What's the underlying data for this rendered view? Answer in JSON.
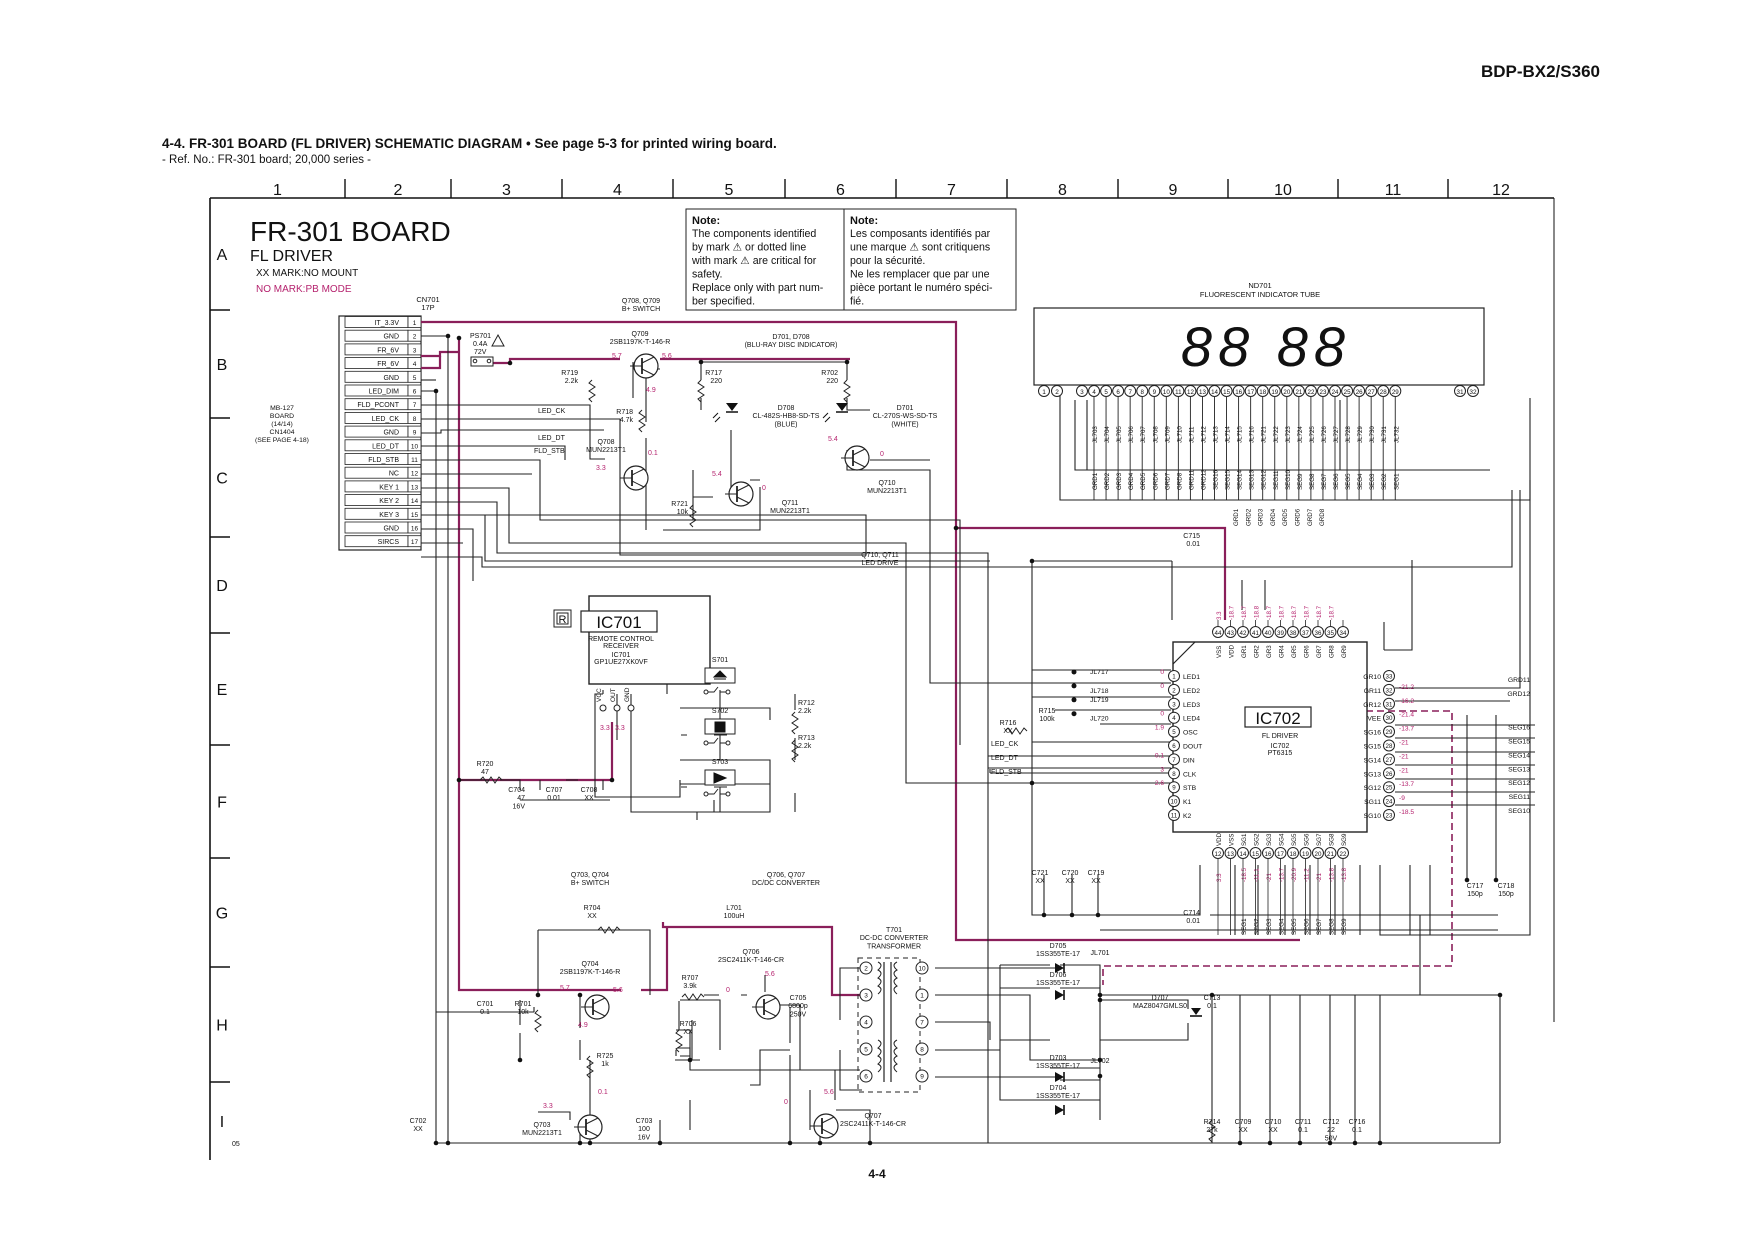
{
  "header": {
    "model": "BDP-BX2/S360",
    "section_title": "4-4.  FR-301  BOARD (FL  DRIVER)  SCHEMATIC  DIAGRAM   • See page 5-3 for printed wiring board.",
    "ref_note": "- Ref. No.: FR-301 board; 20,000 series -",
    "page_number": "4-4",
    "corner_code": "05"
  },
  "grid": {
    "columns": [
      "1",
      "2",
      "3",
      "4",
      "5",
      "6",
      "7",
      "8",
      "9",
      "10",
      "11",
      "12"
    ],
    "rows": [
      "A",
      "B",
      "C",
      "D",
      "E",
      "F",
      "G",
      "H",
      "I"
    ]
  },
  "board": {
    "name": "FR-301 BOARD",
    "subtitle": "FL DRIVER",
    "mark_note_1": "XX MARK:NO MOUNT",
    "mark_note_2": "NO MARK:PB MODE"
  },
  "notes": {
    "en_title": "Note:",
    "en_lines": [
      "The components identified",
      "by mark ⚠ or dotted line",
      "with mark ⚠ are critical for",
      "safety.",
      "Replace only with part num-",
      "ber specified."
    ],
    "fr_title": "Note:",
    "fr_lines": [
      "Les composants identifiés par",
      "une marque ⚠ sont critiquens",
      "pour la sécurité.",
      "Ne les remplacer que par une",
      "pièce portant le numéro spéci-",
      "fié."
    ]
  },
  "connector": {
    "ref": "CN701",
    "pins_count": "17P",
    "pins": [
      {
        "n": "1",
        "label": "IT_3.3V"
      },
      {
        "n": "2",
        "label": "GND"
      },
      {
        "n": "3",
        "label": "FR_6V"
      },
      {
        "n": "4",
        "label": "FR_6V"
      },
      {
        "n": "5",
        "label": "GND"
      },
      {
        "n": "6",
        "label": "LED_DIM"
      },
      {
        "n": "7",
        "label": "FLD_PCONT"
      },
      {
        "n": "8",
        "label": "LED_CK"
      },
      {
        "n": "9",
        "label": "GND"
      },
      {
        "n": "10",
        "label": "LED_DT"
      },
      {
        "n": "11",
        "label": "FLD_STB"
      },
      {
        "n": "12",
        "label": "NC"
      },
      {
        "n": "13",
        "label": "KEY 1"
      },
      {
        "n": "14",
        "label": "KEY 2"
      },
      {
        "n": "15",
        "label": "KEY 3"
      },
      {
        "n": "16",
        "label": "GND"
      },
      {
        "n": "17",
        "label": "SIRCS"
      }
    ],
    "ext_ref": [
      "MB-127",
      "BOARD",
      "(14/14)",
      "CN1404",
      "(SEE PAGE 4-18)"
    ]
  },
  "display": {
    "ref": "ND701",
    "name": "FLUORESCENT INDICATOR TUBE",
    "digits": "88 88",
    "left_pins": [
      "1",
      "2"
    ],
    "pins": [
      "3",
      "4",
      "5",
      "6",
      "7",
      "8",
      "9",
      "10",
      "11",
      "12",
      "13",
      "14",
      "15",
      "16",
      "17",
      "18",
      "19",
      "20",
      "21",
      "22",
      "23",
      "24",
      "25",
      "26",
      "27",
      "28",
      "29"
    ],
    "right_pins": [
      "31",
      "32"
    ],
    "jl_labels": [
      "JL703",
      "JL704",
      "JL705",
      "JL706",
      "JL707",
      "JL708",
      "JL709",
      "JL710",
      "JL711",
      "JL712",
      "JL713",
      "JL714",
      "JL715",
      "JL716",
      "JL721",
      "JL722",
      "JL723",
      "JL724",
      "JL725",
      "JL726",
      "JL727",
      "JL728",
      "JL729",
      "JL730",
      "JL731",
      "JL732"
    ],
    "seg_labels": [
      "GRD1",
      "GRD2",
      "GRD3",
      "GRD4",
      "GRD5",
      "GRD6",
      "GRD7",
      "GRD8",
      "GRD11",
      "GRD12",
      "SEG16",
      "SEG15",
      "SEG14",
      "SEG13",
      "SEG12",
      "SEG11",
      "SEG10",
      "SEG9",
      "SEG8",
      "SEG7",
      "SEG6",
      "SEG5",
      "SEG4",
      "SEG3",
      "SEG2",
      "SEG1"
    ],
    "grd_labels": [
      "GRD1",
      "GRD2",
      "GRD3",
      "GRD4",
      "GRD5",
      "GRD6",
      "GRD7",
      "GRD8"
    ]
  },
  "ic701": {
    "ref": "IC701",
    "desc_1": "REMOTE CONTROL",
    "desc_2": "RECEIVER",
    "part_ref": "IC701",
    "part": "GP1UE27XK0VF",
    "pins": [
      "VCC",
      "OUT",
      "GND"
    ],
    "mark": "R"
  },
  "ic702": {
    "ref": "IC702",
    "desc": "FL DRIVER",
    "part_ref": "IC702",
    "part": "PT6315",
    "top_pins": [
      "44",
      "43",
      "42",
      "41",
      "40",
      "39",
      "38",
      "37",
      "36",
      "35",
      "34"
    ],
    "top_names": [
      "VSS",
      "VDD",
      "GR1",
      "GR2",
      "GR3",
      "GR4",
      "GR5",
      "GR6",
      "GR7",
      "GR8",
      "GR9"
    ],
    "top_volts": [
      "3.3",
      "-18.7",
      "-18.7",
      "-18.8",
      "-18.7",
      "-18.7",
      "-18.7",
      "-18.7",
      "-18.7",
      "-18.7"
    ],
    "left_pins": [
      {
        "n": "1",
        "name": "LED1",
        "v": "0",
        "jl": "JL717"
      },
      {
        "n": "2",
        "name": "LED2",
        "v": "0",
        "jl": "JL718"
      },
      {
        "n": "3",
        "name": "LED3",
        "v": "",
        "jl": "JL719"
      },
      {
        "n": "4",
        "name": "LED4",
        "v": "0",
        "jl": "JL720"
      },
      {
        "n": "5",
        "name": "OSC",
        "v": "1.9",
        "jl": ""
      },
      {
        "n": "6",
        "name": "DOUT",
        "v": "",
        "jl": ""
      },
      {
        "n": "7",
        "name": "DIN",
        "v": "0.1",
        "jl": ""
      },
      {
        "n": "8",
        "name": "CLK",
        "v": "3",
        "jl": ""
      },
      {
        "n": "9",
        "name": "STB",
        "v": "2.6",
        "jl": ""
      },
      {
        "n": "10",
        "name": "K1",
        "v": "",
        "jl": ""
      },
      {
        "n": "11",
        "name": "K2",
        "v": "",
        "jl": ""
      }
    ],
    "right_pins": [
      {
        "n": "33",
        "name": "GR10",
        "v": "",
        "out": ""
      },
      {
        "n": "32",
        "name": "GR11",
        "v": "-21.2",
        "out": "GRD11"
      },
      {
        "n": "31",
        "name": "GR12",
        "v": "-16.2",
        "out": "GRD12"
      },
      {
        "n": "30",
        "name": "VEE",
        "v": "-21.4",
        "out": ""
      },
      {
        "n": "29",
        "name": "SG16",
        "v": "-13.7",
        "out": "SEG16"
      },
      {
        "n": "28",
        "name": "SG15",
        "v": "-21",
        "out": "SEG15"
      },
      {
        "n": "27",
        "name": "SG14",
        "v": "-21",
        "out": "SEG14"
      },
      {
        "n": "26",
        "name": "SG13",
        "v": "-21",
        "out": "SEG13"
      },
      {
        "n": "25",
        "name": "SG12",
        "v": "-13.7",
        "out": "SEG12"
      },
      {
        "n": "24",
        "name": "SG11",
        "v": "-9",
        "out": "SEG11"
      },
      {
        "n": "23",
        "name": "SG10",
        "v": "-18.5",
        "out": "SEG10"
      }
    ],
    "bottom_pins": [
      "12",
      "13",
      "14",
      "15",
      "16",
      "17",
      "18",
      "19",
      "20",
      "21",
      "22"
    ],
    "bottom_names": [
      "VDD",
      "VSS",
      "SG1",
      "SG2",
      "SG3",
      "SG4",
      "SG5",
      "SG6",
      "SG7",
      "SG8",
      "SG9"
    ],
    "bottom_volts": [
      "3.3",
      "",
      "-18.5",
      "-11.1",
      "-21",
      "-13.7",
      "-20.9",
      "-11.2",
      "-21",
      "-13.8",
      "-13.8"
    ],
    "seg_bottom": [
      "SEG1",
      "SEG2",
      "SEG3",
      "SEG4",
      "SEG5",
      "SEG6",
      "SEG7",
      "SEG8",
      "SEG9"
    ]
  },
  "components": {
    "ps701": [
      "PS701",
      "0.4A",
      "72V"
    ],
    "q708q709": [
      "Q708, Q709",
      "B+ SWITCH"
    ],
    "q709": [
      "Q709",
      "2SB1197K-T-146-R"
    ],
    "d701d708": [
      "D701, D708",
      "(BLU-RAY DISC INDICATOR)"
    ],
    "r719": [
      "R719",
      "2.2k"
    ],
    "r718": [
      "R718",
      "4.7k"
    ],
    "r717": [
      "R717",
      "220"
    ],
    "r702": [
      "R702",
      "220"
    ],
    "d708": [
      "D708",
      "CL-482S-HB8-SD-TS",
      "(BLUE)"
    ],
    "d701": [
      "D701",
      "CL-270S-WS-SD-TS",
      "(WHITE)"
    ],
    "q708": [
      "Q708",
      "MUN2213T1"
    ],
    "q710": [
      "Q710",
      "MUN2213T1"
    ],
    "q711": [
      "Q711",
      "MUN2213T1"
    ],
    "r721": [
      "R721",
      "10k"
    ],
    "q710q711": [
      "Q710, Q711",
      "LED DRIVE"
    ],
    "c715": [
      "C715",
      "0.01"
    ],
    "r712": [
      "R712",
      "2.2k"
    ],
    "r713": [
      "R713",
      "2.2k"
    ],
    "s701": "S701",
    "s702": "S702",
    "s703": "S703",
    "r720": [
      "R720",
      "47"
    ],
    "c704": [
      "C704",
      "47",
      "16V"
    ],
    "c707": [
      "C707",
      "0.01"
    ],
    "c708": [
      "C708",
      "XX"
    ],
    "r716": [
      "R716",
      "XX"
    ],
    "r715": [
      "R715",
      "100k"
    ],
    "led_ck_bus": "LED_CK",
    "led_dt_bus": "LED_DT",
    "fld_stb_bus": "FLD_STB",
    "c721": [
      "C721",
      "XX"
    ],
    "c720": [
      "C720",
      "XX"
    ],
    "c719": [
      "C719",
      "XX"
    ],
    "c714": [
      "C714",
      "0.01"
    ],
    "c717": [
      "C717",
      "150p"
    ],
    "c718": [
      "C718",
      "150p"
    ],
    "q703q704": [
      "Q703, Q704",
      "B+ SWITCH"
    ],
    "r704": [
      "R704",
      "XX"
    ],
    "q704": [
      "Q704",
      "2SB1197K-T-146-R"
    ],
    "c701": [
      "C701",
      "0.1"
    ],
    "r701": [
      "R701",
      "10k"
    ],
    "r725": [
      "R725",
      "1k"
    ],
    "q703": [
      "Q703",
      "MUN2213T1"
    ],
    "c702": [
      "C702",
      "XX"
    ],
    "c703": [
      "C703",
      "100",
      "16V"
    ],
    "q706q707": [
      "Q706, Q707",
      "DC/DC CONVERTER"
    ],
    "l701": [
      "L701",
      "100uH"
    ],
    "q706": [
      "Q706",
      "2SC2411K-T-146-CR"
    ],
    "r707": [
      "R707",
      "3.9k"
    ],
    "r706": [
      "R706",
      "XX"
    ],
    "c705": [
      "C705",
      "6800p",
      "250V"
    ],
    "q707": [
      "Q707",
      "2SC2411K-T-146-CR"
    ],
    "t701": [
      "T701",
      "DC-DC CONVERTER",
      "TRANSFORMER"
    ],
    "t701_pins_left": [
      "2",
      "3",
      "4",
      "5",
      "6"
    ],
    "t701_pins_right": [
      "10",
      "1",
      "7",
      "8",
      "9"
    ],
    "d705": [
      "D705",
      "1SS355TE-17"
    ],
    "d706": [
      "D706",
      "1SS355TE-17"
    ],
    "jl701": "JL701",
    "d707": [
      "D707",
      "MAZ8047GMLS0"
    ],
    "c713": [
      "C713",
      "0.1"
    ],
    "d703": [
      "D703",
      "1SS355TE-17"
    ],
    "d704": [
      "D704",
      "1SS355TE-17"
    ],
    "jl702": "JL702",
    "r714": [
      "R714",
      "27k"
    ],
    "c709": [
      "C709",
      "XX"
    ],
    "c710": [
      "C710",
      "XX"
    ],
    "c711": [
      "C711",
      "0.1"
    ],
    "c712": [
      "C712",
      "22",
      "50V"
    ],
    "c716": [
      "C716",
      "0.1"
    ]
  },
  "voltages": {
    "q709_e": "5.7",
    "q709_c": "5.6",
    "q709_b": "4.9",
    "q708_b": "3.3",
    "q708_c": "0.1",
    "q711_b": "5.4",
    "q711_c": "0",
    "q710_b": "5.4",
    "q710_c": "0",
    "ic701_vcc": "3.3",
    "ic701_out": "3.3",
    "q704_e": "5.7",
    "q704_c": "5.6",
    "q704_b": "4.9",
    "q703_b": "3.3",
    "q703_c": "0.1",
    "q706_b": "0",
    "q706_c": "5.6",
    "q707_b": "0",
    "q707_c": "5.6"
  }
}
